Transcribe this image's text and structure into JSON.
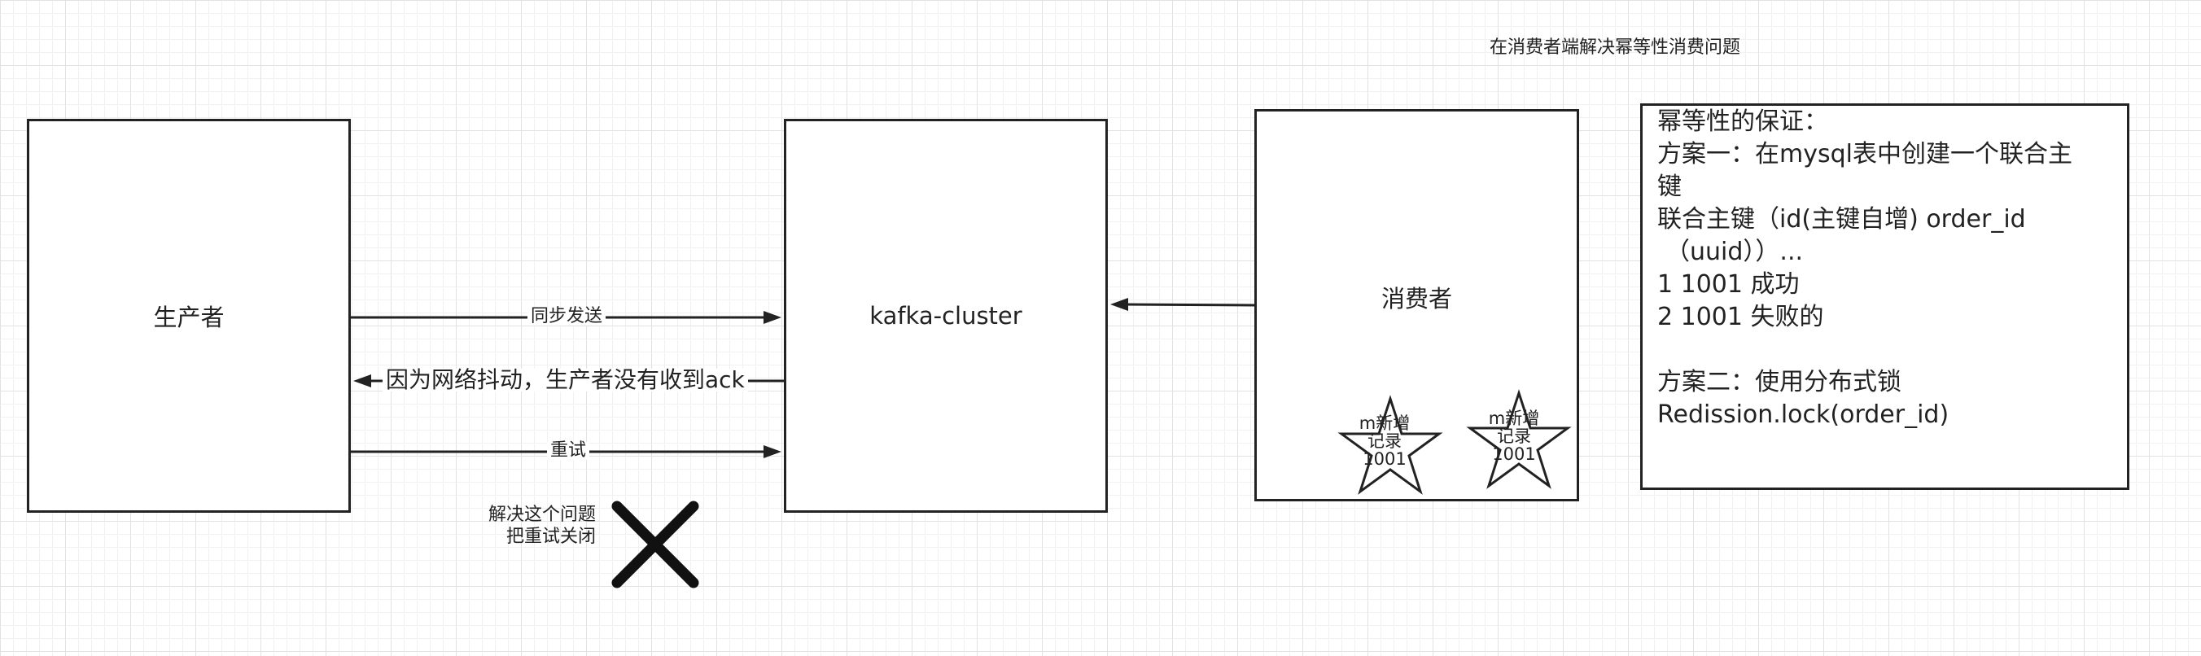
{
  "diagram": {
    "top_caption": "在消费者端解决幂等性消费问题",
    "producer": {
      "label": "生产者"
    },
    "kafka": {
      "label": "kafka-cluster"
    },
    "consumer": {
      "label": "消费者"
    },
    "edges": {
      "sync_send": "同步发送",
      "ack_lost": "因为网络抖动，生产者没有收到ack",
      "retry": "重试"
    },
    "fix_note": {
      "line1": "解决这个问题",
      "line2": "把重试关闭"
    },
    "stars": [
      {
        "line1": "m新增",
        "line2": "记录",
        "line3": "1001"
      },
      {
        "line1": "m新增",
        "line2": "记录",
        "line3": "1001"
      }
    ],
    "note_lines": [
      "幂等性的保证：",
      "方案一：在mysql表中创建一个联合主",
      "键",
      "联合主键（id(主键自增) order_id",
      "（uuid））...",
      "1 1001 成功",
      "2 1001 失败的",
      "",
      "方案二：使用分布式锁",
      "Redission.lock(order_id)"
    ]
  }
}
